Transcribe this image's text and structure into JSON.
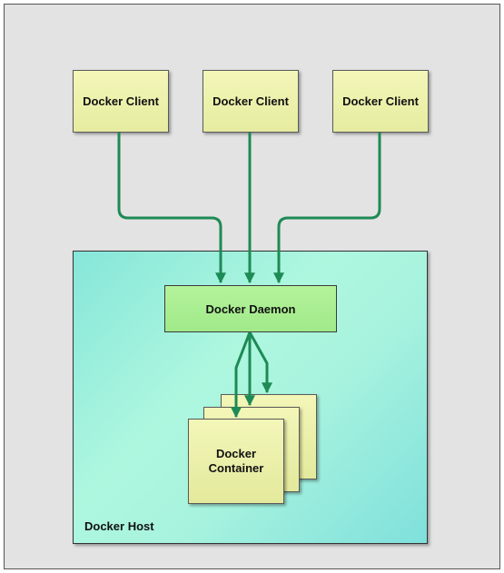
{
  "diagram": {
    "clients": [
      {
        "label": "Docker Client"
      },
      {
        "label": "Docker Client"
      },
      {
        "label": "Docker Client"
      }
    ],
    "daemon": {
      "label": "Docker Daemon"
    },
    "container": {
      "label_line1": "Docker",
      "label_line2": "Container"
    },
    "host": {
      "label": "Docker Host"
    },
    "colors": {
      "arrow": "#1e8a55",
      "client_fill": "#eef2ae",
      "daemon_fill": "#a8ee90",
      "host_fill": "#a6f2dc",
      "background": "#e3e3e3"
    }
  }
}
